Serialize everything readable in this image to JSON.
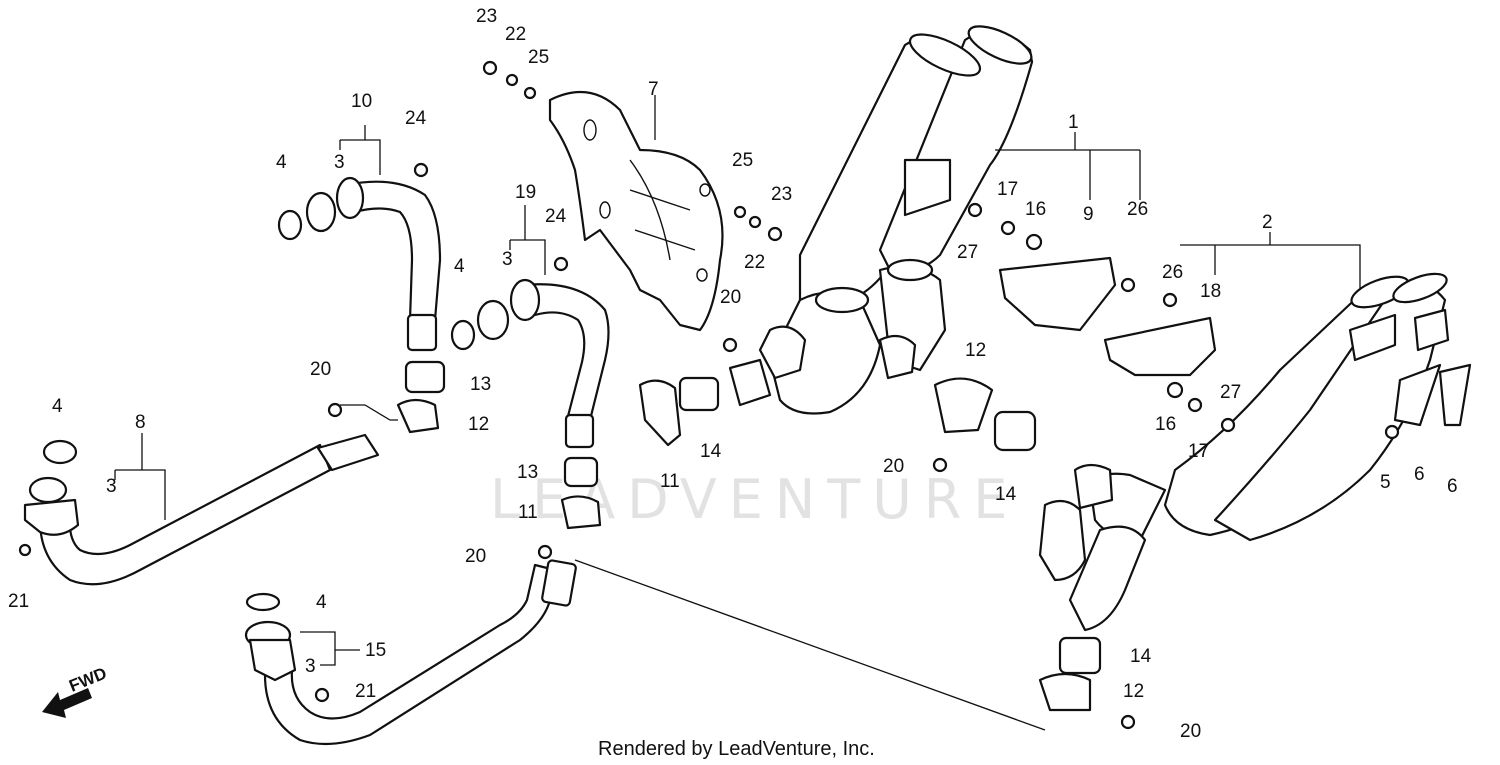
{
  "watermark": "LEADVENTURE",
  "footer": "Rendered by LeadVenture, Inc.",
  "direction_label": "FWD",
  "callouts": [
    "1",
    "2",
    "3",
    "4",
    "5",
    "6",
    "7",
    "8",
    "9",
    "10",
    "11",
    "12",
    "13",
    "14",
    "15",
    "16",
    "17",
    "18",
    "19",
    "20",
    "21",
    "22",
    "23",
    "24",
    "25",
    "26",
    "27"
  ]
}
